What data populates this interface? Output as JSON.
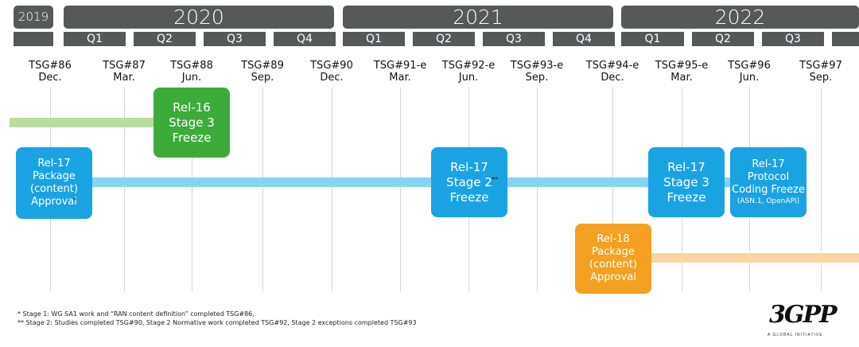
{
  "years": [
    {
      "label": "2019",
      "size": "small"
    },
    {
      "label": "2020",
      "size": "big"
    },
    {
      "label": "2021",
      "size": "big"
    },
    {
      "label": "2022",
      "size": "big"
    }
  ],
  "quarters": [
    "",
    "Q1",
    "Q2",
    "Q3",
    "Q4",
    "Q1",
    "Q2",
    "Q3",
    "Q4",
    "Q1",
    "Q2",
    "Q3",
    ""
  ],
  "meetings": [
    {
      "name": "TSG#86",
      "month": "Dec."
    },
    {
      "name": "TSG#87",
      "month": "Mar."
    },
    {
      "name": "TSG#88",
      "month": "Jun."
    },
    {
      "name": "TSG#89",
      "month": "Sep."
    },
    {
      "name": "TSG#90",
      "month": "Dec."
    },
    {
      "name": "TSG#91-e",
      "month": "Mar."
    },
    {
      "name": "TSG#92-e",
      "month": "Jun."
    },
    {
      "name": "TSG#93-e",
      "month": "Sep."
    },
    {
      "name": "TSG#94-e",
      "month": "Dec."
    },
    {
      "name": "TSG#95-e",
      "month": "Mar."
    },
    {
      "name": "TSG#96",
      "month": "Jun."
    },
    {
      "name": "TSG#97",
      "month": "Sep."
    }
  ],
  "milestones": {
    "rel16_freeze": {
      "lines": [
        "Rel-16",
        "Stage 3",
        "Freeze"
      ],
      "color": "#3dab3a"
    },
    "rel17_package": {
      "lines": [
        "Rel-17",
        "Package",
        "(content)",
        "Approval"
      ],
      "mark": "*",
      "color": "#1aa3e3"
    },
    "rel17_stage2": {
      "lines": [
        "Rel-17",
        "Stage 2",
        "Freeze"
      ],
      "mark": "**",
      "color": "#1aa3e3"
    },
    "rel17_stage3": {
      "lines": [
        "Rel-17",
        "Stage 3",
        "Freeze"
      ],
      "color": "#1aa3e3"
    },
    "rel17_asn": {
      "lines": [
        "Rel-17",
        "Protocol",
        "Coding Freeze"
      ],
      "sub": "(ASN.1, OpenAPI)",
      "color": "#1aa3e3"
    },
    "rel18_package": {
      "lines": [
        "Rel-18",
        "Package",
        "(content)",
        "Approval"
      ],
      "color": "#f5a020"
    }
  },
  "colors": {
    "header": "#57585a",
    "rel16_bar": "#b9dd9f",
    "rel17_bar": "#86d4f4",
    "rel18_bar": "#fbd5a1"
  },
  "footnotes": [
    "* Stage 1: WG SA1 work and “RAN content definition” completed TSG#86,",
    "** Stage 2: Studies completed TSG#90, Stage 2 Normative work completed TSG#92, Stage 2 exceptions completed TSG#93"
  ],
  "logo": {
    "text": "3GPP",
    "tagline": "A GLOBAL INITIATIVE"
  }
}
